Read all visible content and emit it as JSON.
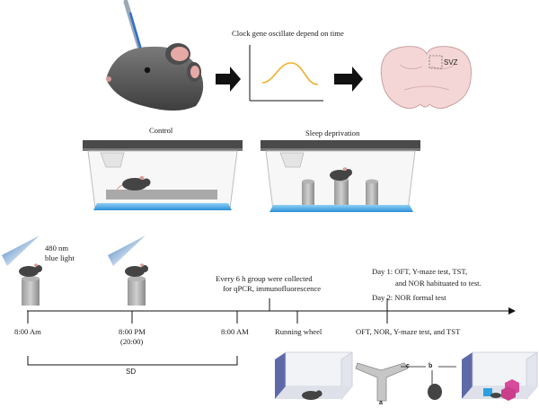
{
  "title": "Clock gene oscillate depend on time",
  "brain_label": "SVZ",
  "groups": {
    "control": "Control",
    "sleep_deprivation": "Sleep deprivation"
  },
  "light": {
    "line1": "480 nm",
    "line2": "blue light"
  },
  "timeline": {
    "t1": "8:00 Am",
    "t2": "8:00 PM",
    "t2_sub": "(20:00)",
    "t3": "8:00 AM",
    "collect_line1": "Every 6 h group were collected",
    "collect_line2": "for qPCR, immunofluorescence",
    "running_wheel": "Running wheel",
    "day1_line1": "Day 1: OFT, Y-maze test, TST,",
    "day1_line2": "and NOR habituated to test.",
    "day2": "Day 2: NOR formal test",
    "tests": "OFT, NOR, Y-maze test, and TST",
    "sd": "SD"
  },
  "maze_labels": {
    "a": "a",
    "b": "b",
    "c": "c"
  },
  "colors": {
    "blue_light": "#3a86c8",
    "water": "#3aa0e0",
    "curve": "#f0b030",
    "cage_lid": "#4a4a4a",
    "box": "#5e6aa8",
    "cube": "#2aa0e0",
    "pink": "#d84b9c"
  }
}
